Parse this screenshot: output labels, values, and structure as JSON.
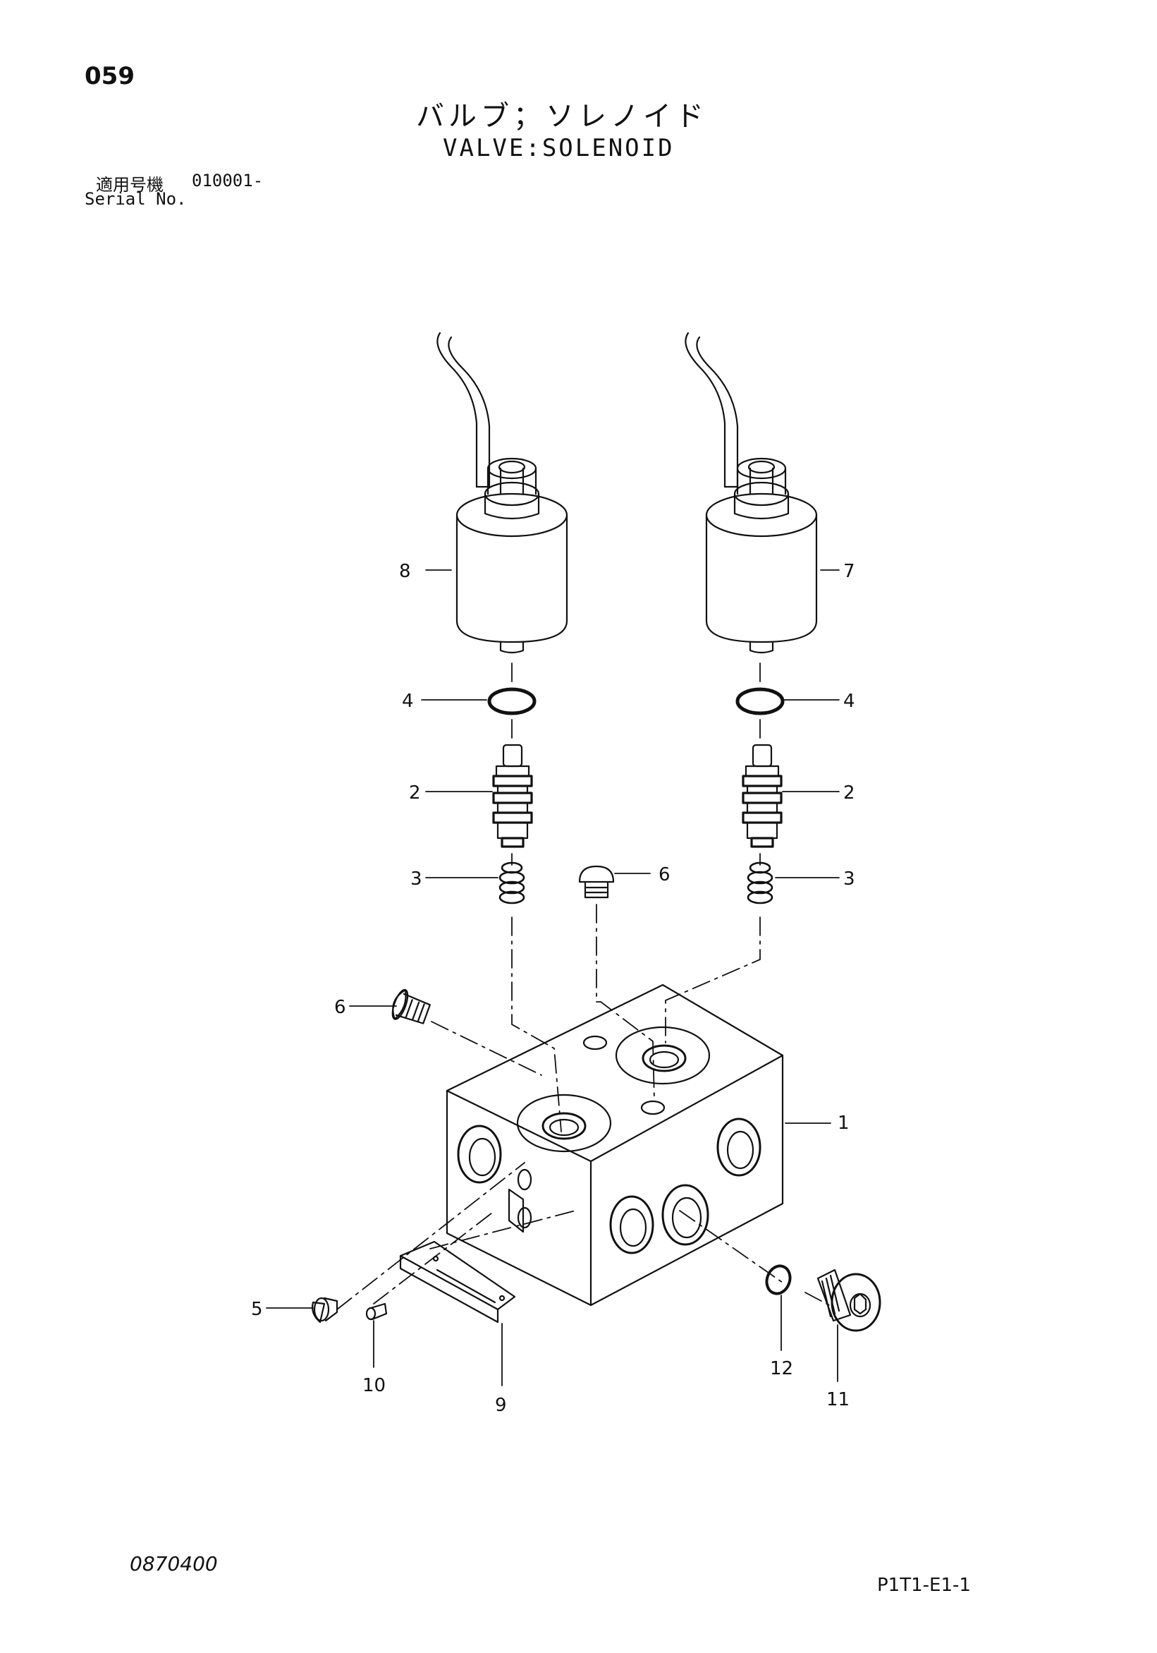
{
  "page_number": "059",
  "title_jp": "バルブ；ソレノイド",
  "title_en": "VALVE:SOLENOID",
  "serial": {
    "label_jp": "適用号機",
    "value": "010001-",
    "label_en": "Serial No."
  },
  "doc_code": "0870400",
  "page_code": "P1T1-E1-1",
  "callouts": {
    "c1": "1",
    "c2_left": "2",
    "c2_right": "2",
    "c3_left": "3",
    "c3_right": "3",
    "c4_left": "4",
    "c4_right": "4",
    "c5": "5",
    "c6_top": "6",
    "c6_left": "6",
    "c7": "7",
    "c8": "8",
    "c9": "9",
    "c10": "10",
    "c11": "11",
    "c12": "12"
  }
}
